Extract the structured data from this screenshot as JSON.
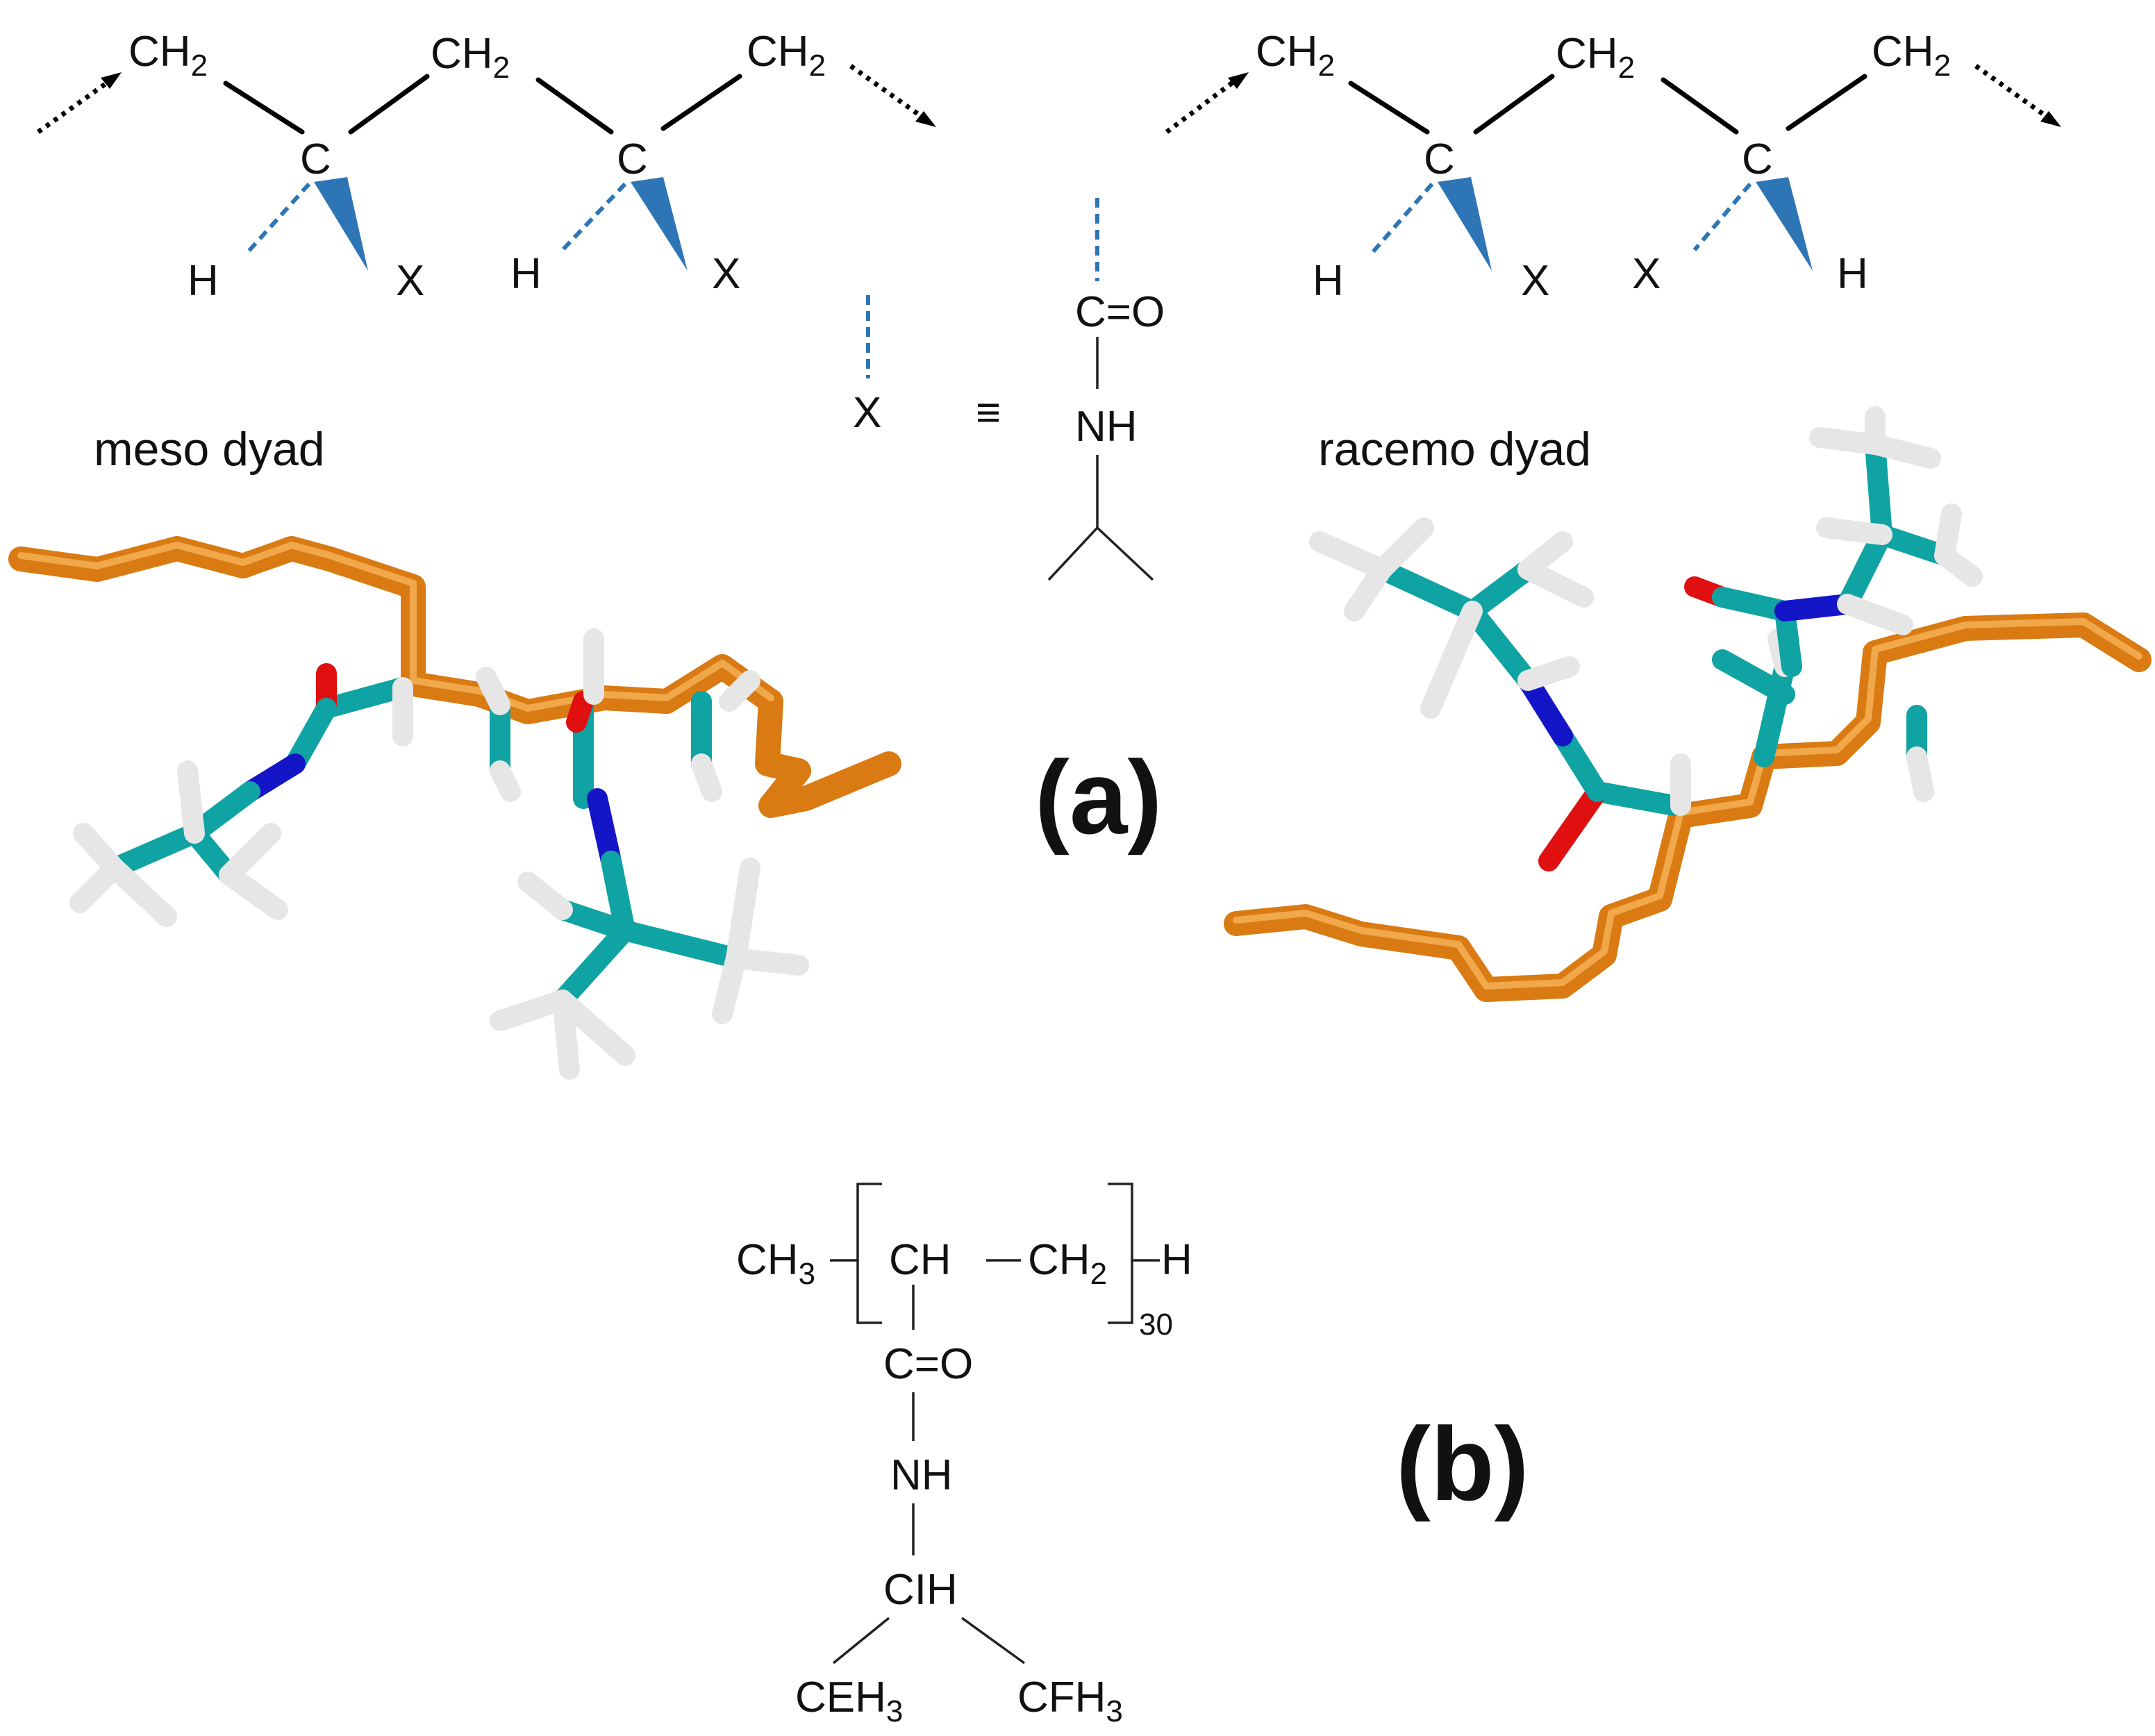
{
  "meso": {
    "ch2": "CH",
    "ch2_sub": "2",
    "c": "C",
    "h": "H",
    "x": "X",
    "caption": "meso dyad"
  },
  "racemo": {
    "ch2": "CH",
    "ch2_sub": "2",
    "c": "C",
    "h": "H",
    "x": "X",
    "caption": "racemo dyad"
  },
  "legend": {
    "x": "X",
    "equiv": "≡",
    "co": "C=O",
    "nh": "NH"
  },
  "panel_a": "(a)",
  "panel_b": "(b)",
  "formula": {
    "ch3": "CH",
    "ch3_sub": "3",
    "ch": "CH",
    "ch2": "CH",
    "ch2_sub": "2",
    "h": "H",
    "repeat": "30",
    "co": "C=O",
    "nh": "NH",
    "cih": "CIH",
    "ceh3": "CEH",
    "ceh3_sub": "3",
    "cfh3": "CFH",
    "cfh3_sub": "3"
  },
  "colors": {
    "backbone": "#d97a12",
    "carbon": "#0fa3a3",
    "hydrogen": "#e6e6e6",
    "nitrogen": "#1515c8",
    "oxygen": "#e01010",
    "stereo": "#2e75b6"
  }
}
